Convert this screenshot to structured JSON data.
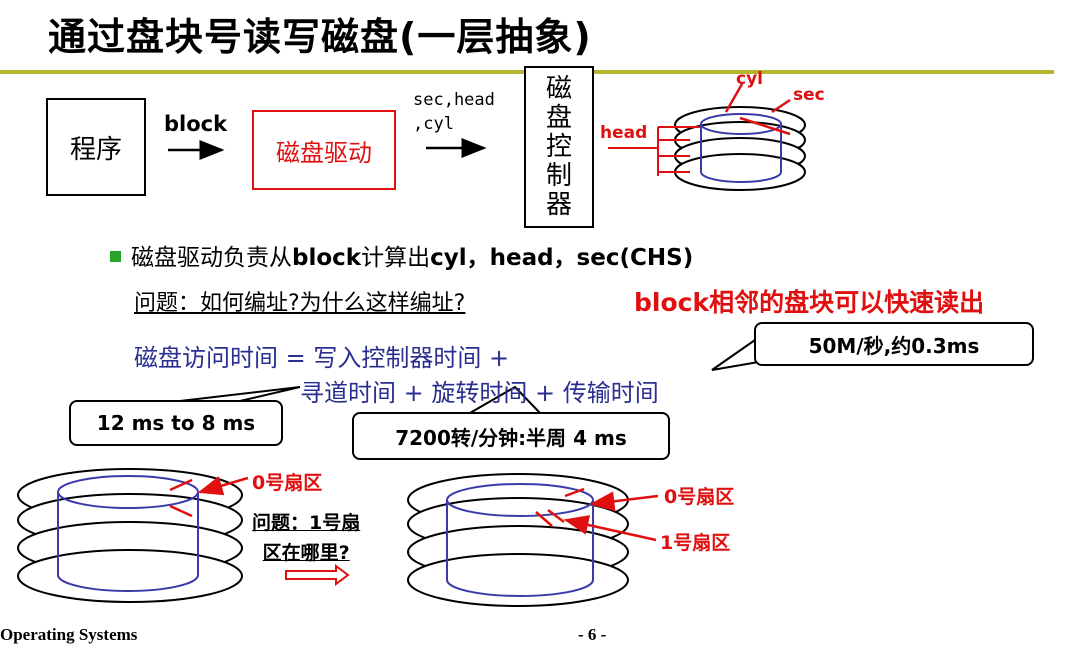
{
  "title": "通过盘块号读写磁盘(一层抽象)",
  "diagram": {
    "program_label": "程序",
    "block_label": "block",
    "driver_label": "磁盘驱动",
    "sec_head_label": "sec,head\n,cyl",
    "controller_label": "磁\n盘\n控\n制\n器",
    "cyl_label": "cyl",
    "sec_label": "sec",
    "head_label": "head"
  },
  "bullet": {
    "prefix": "磁盘驱动负责从",
    "bold1": "block",
    "mid": "计算出",
    "bold2": "cyl，head，sec(CHS)"
  },
  "question": {
    "text": "问题：如何编址?为什么这样编址?",
    "answer_bold": "block",
    "answer_rest": "相邻的盘块可以快速读出"
  },
  "access_time": {
    "line1": "磁盘访问时间 =  写入控制器时间 +",
    "line2": "寻道时间 + 旋转时间 + 传输时间"
  },
  "callouts": {
    "transfer": "50M/秒,约0.3ms",
    "seek": "12 ms to 8 ms",
    "rotate": "7200转/分钟:半周 4 ms"
  },
  "bottom": {
    "sector0_left": "0号扇区",
    "question_line1": "问题：1号扇",
    "question_line2": "区在哪里?",
    "sector0_right": "0号扇区",
    "sector1_right": "1号扇区"
  },
  "footer": {
    "course": "Operating Systems",
    "page": "- 6 -"
  },
  "colors": {
    "accent_red": "#e01010",
    "title_rule": "#b5b52c",
    "text_blue": "#2a2f8f",
    "bullet_green": "#28a428",
    "cylinder_blue": "#3a3aa8"
  }
}
